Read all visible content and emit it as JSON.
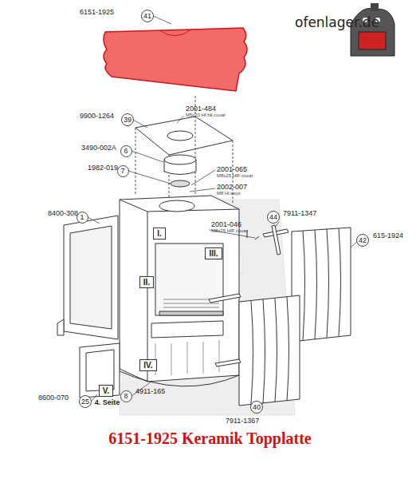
{
  "diagram": {
    "caption": "6151-1925 Keramik Topplatte",
    "nodes": [
      {
        "text": [
          "41"
        ]
      },
      {
        "text": [
          "39"
        ]
      },
      {
        "text": [
          "6"
        ]
      },
      {
        "text": [
          "7"
        ]
      },
      {
        "text": [
          "1"
        ]
      },
      {
        "text": [
          "44"
        ]
      },
      {
        "text": [
          "I."
        ]
      },
      {
        "text": [
          "42"
        ]
      },
      {
        "text": [
          "III."
        ]
      },
      {
        "text": [
          "II."
        ]
      },
      {
        "text": [
          "IV."
        ]
      },
      {
        "text": [
          "V.",
          "4. Seite"
        ]
      },
      {
        "text": [
          "8"
        ]
      },
      {
        "text": [
          "25"
        ]
      },
      {
        "text": [
          "40"
        ]
      }
    ],
    "edges": [],
    "labels": [
      "ofenlager.de",
      "6151-1925",
      "2001-484",
      "M5x20 Hf bk cuvar",
      "9900-1264",
      "3490-002A",
      "2001-065",
      "M8x25 HfF cuvar",
      "1982-019",
      "2002-007",
      "M8 Hl asys",
      "8400-308",
      "7911-1347",
      "2001-046",
      "M8x25 HfF cuvar",
      "615-1924",
      "4911-165",
      "8600-070",
      "7911-1367"
    ]
  }
}
